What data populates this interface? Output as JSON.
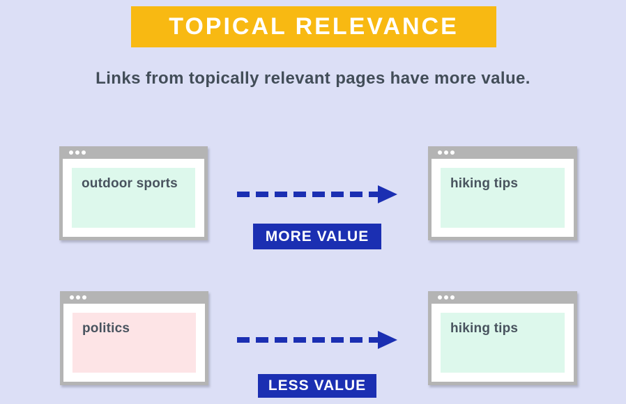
{
  "header": {
    "title": "TOPICAL RELEVANCE",
    "subtitle": "Links from topically relevant pages have more value."
  },
  "rows": [
    {
      "source": {
        "label": "outdoor sports",
        "tone": "mint"
      },
      "arrow": "dashed-arrow-right",
      "badge": "MORE VALUE",
      "target": {
        "label": "hiking tips",
        "tone": "mint"
      }
    },
    {
      "source": {
        "label": "politics",
        "tone": "pink"
      },
      "arrow": "dashed-arrow-right",
      "badge": "LESS VALUE",
      "target": {
        "label": "hiking tips",
        "tone": "mint"
      }
    }
  ],
  "icons": {
    "window_controls": "three-dots",
    "arrow": "dashed-arrow-right"
  },
  "colors": {
    "background": "#dcdff6",
    "banner_yellow": "#f8b912",
    "accent_blue": "#1b2fb2",
    "mint_block": "#ddf8ec",
    "pink_block": "#fde4e6",
    "frame_gray": "#b4b4b4",
    "text_dark": "#424d58",
    "banner_text": "#ffffff"
  }
}
